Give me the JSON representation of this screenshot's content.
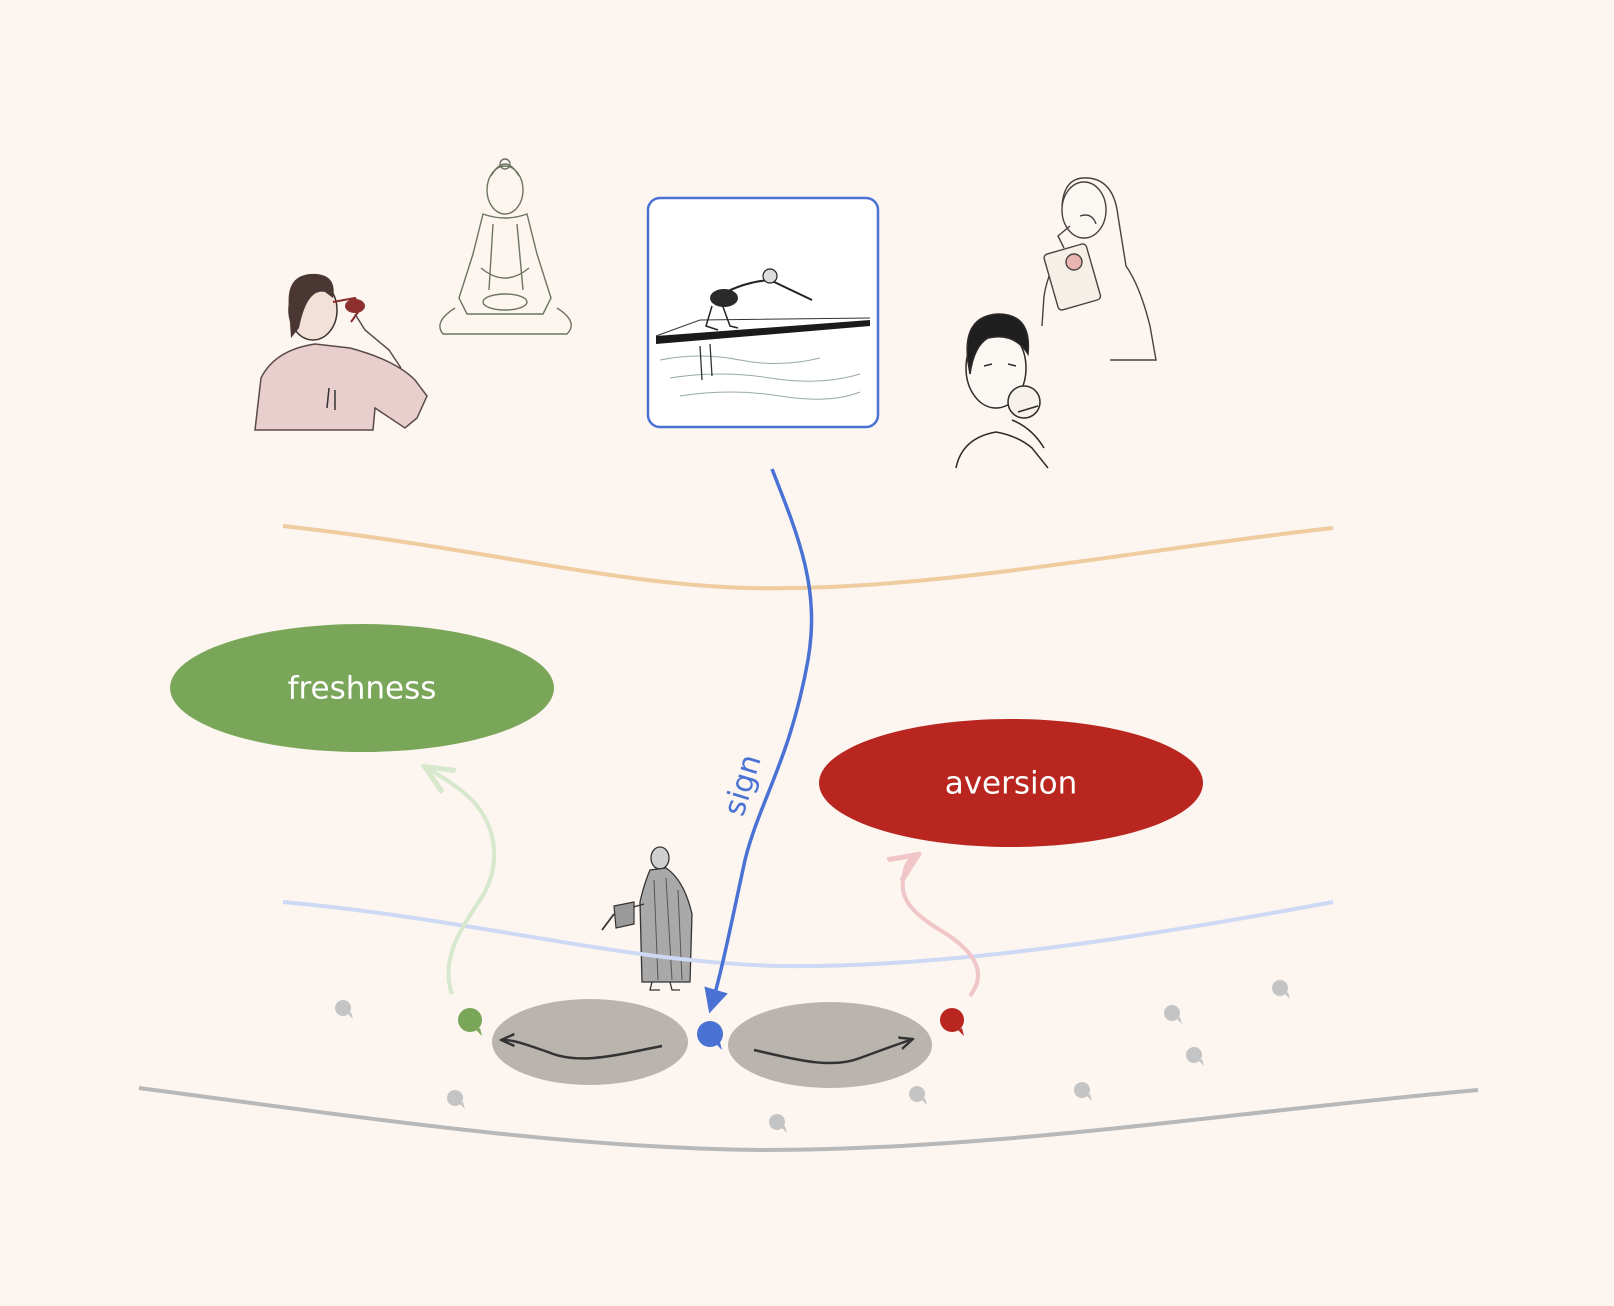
{
  "nodes": {
    "freshness": {
      "label": "freshness",
      "color": "#7aa65a"
    },
    "aversion": {
      "label": "aversion",
      "color": "#b8261f"
    }
  },
  "arrow": {
    "label": "sign",
    "color": "#4a72d4"
  },
  "illustrations": [
    "woman-drinking-wine",
    "seated-buddha",
    "swimmer-diving",
    "woman-eating-chips",
    "woman-eating-apple",
    "monk-watering"
  ],
  "colors": {
    "background": "#fcf5f0",
    "upper_curve": "#efcda0",
    "lower_curve": "#cdd9f5",
    "ground_curve": "#b8b8b8",
    "basin": "#b9b4ad",
    "green_dot": "#7aa65a",
    "blue_dot": "#4a72d4",
    "red_dot": "#b8261f",
    "grey_dot": "#c4c4c4"
  }
}
